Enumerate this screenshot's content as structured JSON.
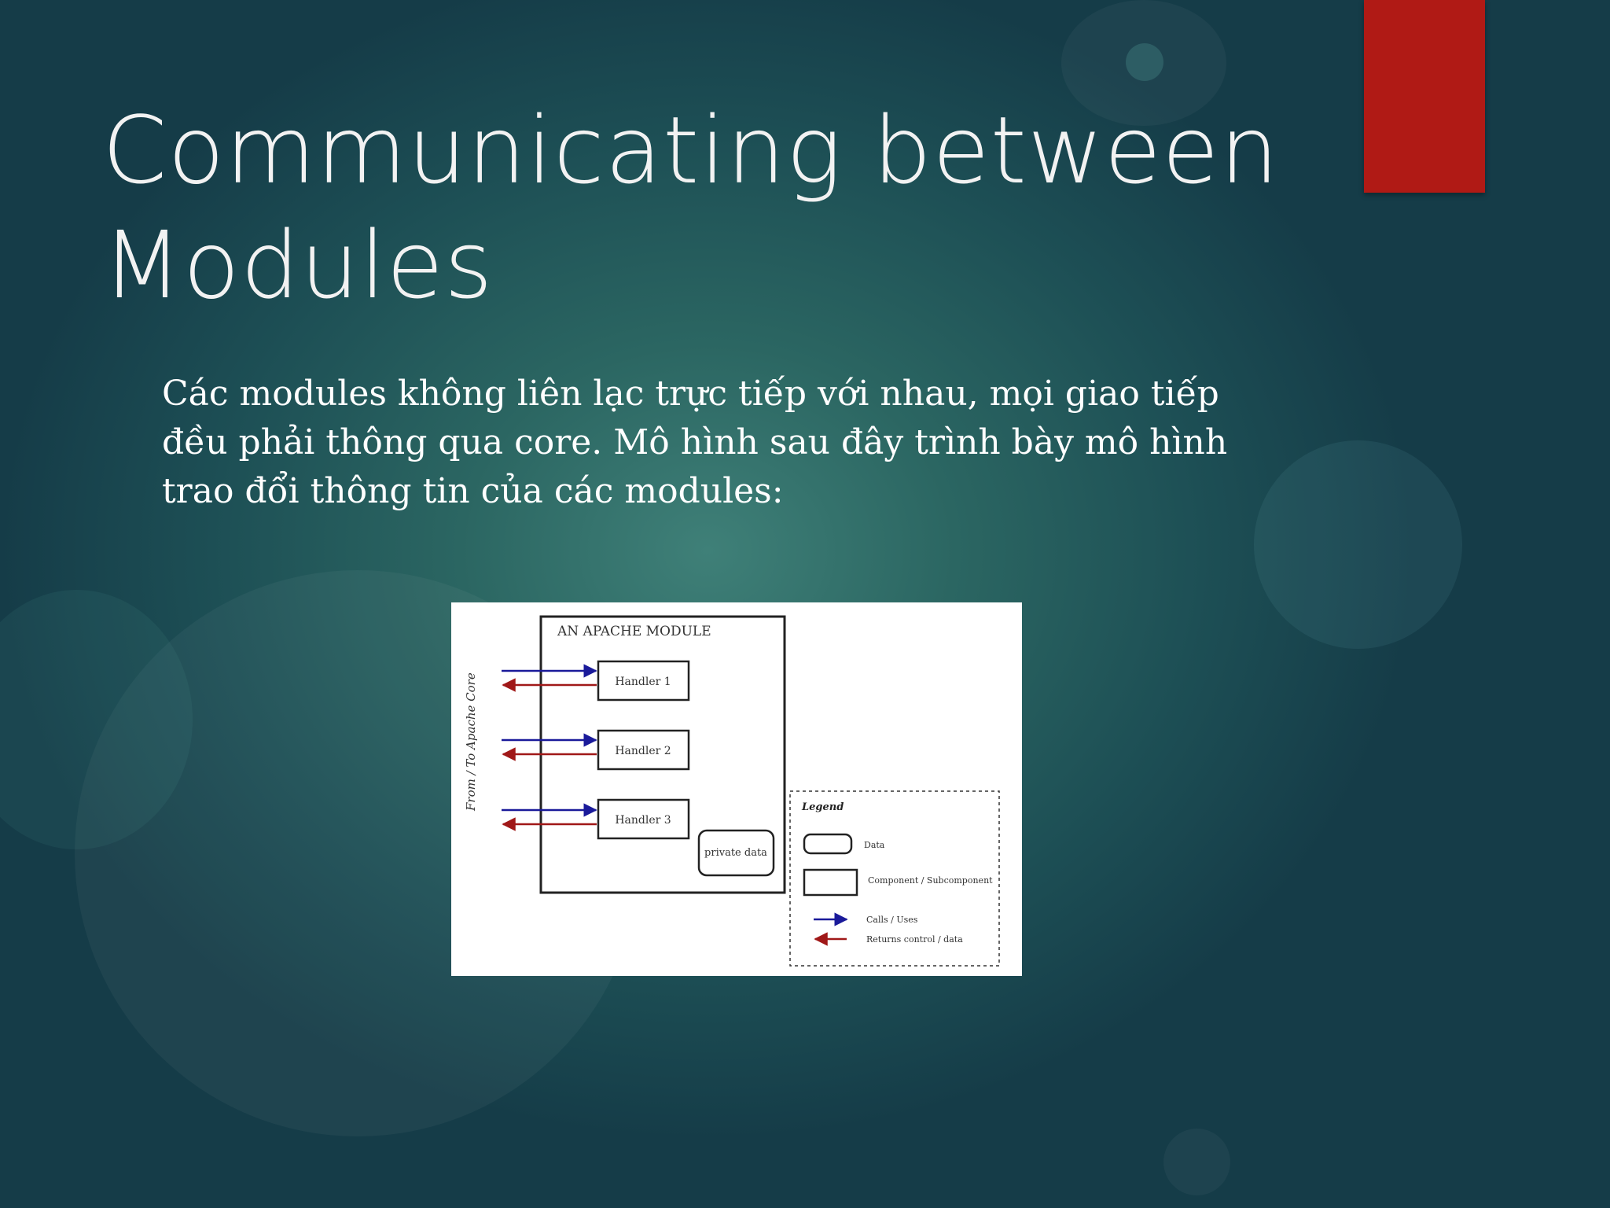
{
  "slide": {
    "title_line1": "Communicating between",
    "title_line2": "Modules",
    "body": "Các modules không liên lạc trực tiếp với nhau, mọi giao tiếp đều phải thông qua core. Mô hình sau đây trình bày mô hình trao đổi thông tin của các modules:",
    "accent_color": "#b01a15"
  },
  "diagram": {
    "module_title": "AN APACHE MODULE",
    "side_label": "From / To Apache Core",
    "handlers": [
      "Handler 1",
      "Handler 2",
      "Handler 3"
    ],
    "private_data": "private data",
    "legend": {
      "title": "Legend",
      "data": "Data",
      "component": "Component / Subcomponent",
      "calls": "Calls / Uses",
      "returns": "Returns control / data"
    },
    "call_color": "#1a1a9a",
    "return_color": "#a01818"
  }
}
